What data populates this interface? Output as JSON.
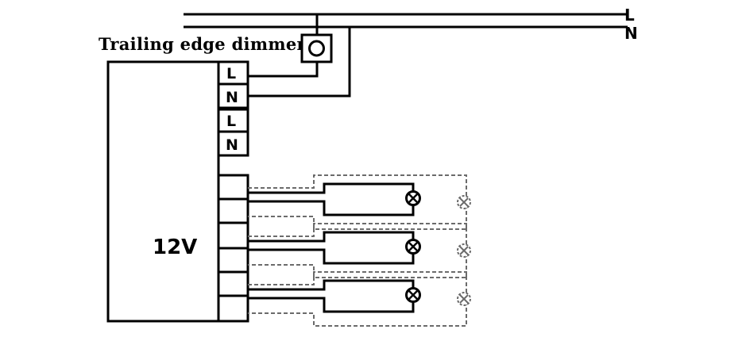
{
  "diagram": {
    "caption": "Trailing edge dimmer",
    "mains_labels": {
      "live": "L",
      "neutral": "N"
    },
    "input_terminals": [
      "L",
      "N",
      "L",
      "N"
    ],
    "supply_label": "12V",
    "output_channel_count": 3,
    "colors": {
      "line": "#000000",
      "dashed": "#6b6b6b",
      "background": "#ffffff"
    },
    "icons": {
      "dimmer": "dimmer-switch-icon",
      "lamp": "lamp-icon",
      "optional_lamp": "optional-lamp-icon"
    }
  }
}
